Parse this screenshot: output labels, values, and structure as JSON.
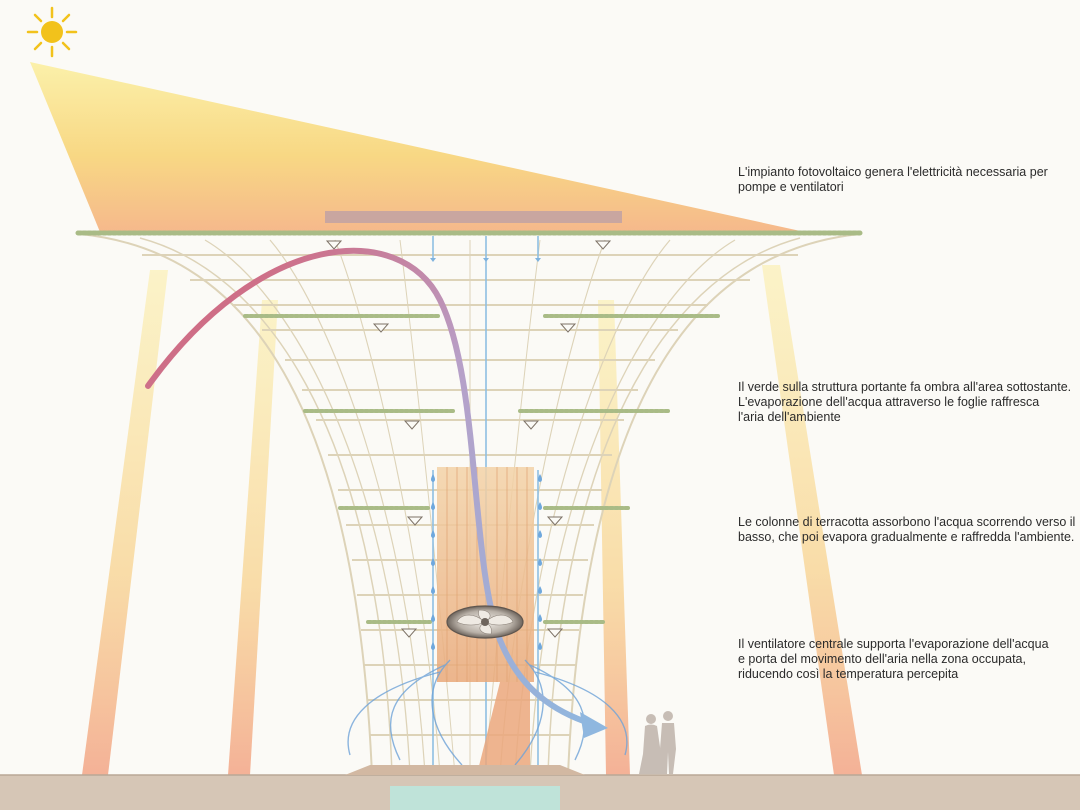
{
  "annotations": [
    {
      "id": "photovoltaic",
      "lines": [
        "L'impianto fotovoltaico genera l'elettricità necessaria per",
        "pompe e ventilatori"
      ]
    },
    {
      "id": "greenery",
      "lines": [
        "Il verde sulla struttura portante fa ombra all'area sottostante.",
        "L'evaporazione dell'acqua attraverso le foglie raffresca",
        "l'aria dell'ambiente"
      ]
    },
    {
      "id": "terracotta",
      "lines": [
        "Le colonne di terracotta assorbono l'acqua scorrendo verso il",
        "basso, che poi evapora gradualmente e raffredda l'ambiente."
      ]
    },
    {
      "id": "fan",
      "lines": [
        "Il ventilatore centrale supporta l'evaporazione dell'acqua",
        "e porta del movimento dell'aria nella zona occupata,",
        "riducendo così la temperatura percepita"
      ]
    }
  ],
  "colors": {
    "sun": "#f2c21b",
    "sunlight": "#f8e27a",
    "structure": "#ddd3b8",
    "greenery": "#a9bb86",
    "terracotta": "#e8b07c",
    "water": "#7fb3de",
    "air_warm": "#d9586a",
    "air_cool": "#8fb7df",
    "ground": "#d6c6b6",
    "pool": "#bfe3d9"
  },
  "icons": [
    "sun-icon",
    "fan-icon",
    "people-silhouette-icon",
    "water-drop-icon"
  ]
}
